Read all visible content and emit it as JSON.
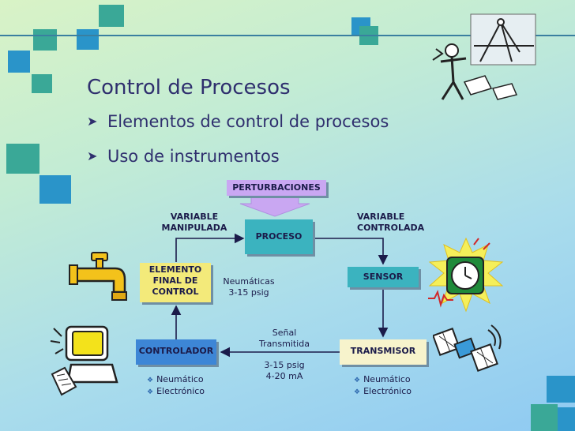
{
  "slide": {
    "title": "Control de Procesos",
    "bullets": [
      "Elementos de control de procesos",
      "Uso de instrumentos"
    ]
  },
  "diagram": {
    "perturbaciones": "PERTURBACIONES",
    "proceso": "PROCESO",
    "sensor": "SENSOR",
    "transmisor": "TRANSMISOR",
    "controlador": "CONTROLADOR",
    "elemento": [
      "ELEMENTO",
      "FINAL DE",
      "CONTROL"
    ],
    "variable_manipulada": [
      "VARIABLE",
      "MANIPULADA"
    ],
    "variable_controlada": [
      "VARIABLE",
      "CONTROLADA"
    ],
    "neumaticas": [
      "Neumáticas",
      "3-15 psig"
    ],
    "senal": [
      "Señal",
      "Transmitida"
    ],
    "rango": [
      "3-15 psig",
      "4-20 mA"
    ],
    "controlador_tipos": [
      "Neumático",
      "Electrónico"
    ],
    "transmisor_tipos": [
      "Neumático",
      "Electrónico"
    ]
  },
  "colors": {
    "accent_blue": "#2a94c9",
    "accent_green": "#3aa897",
    "box_lavender": "#c9a7f2",
    "box_teal": "#3bb3bf",
    "box_yellow": "#f3ea7a",
    "box_cream": "#f7f3cc",
    "box_blue": "#3d86d6"
  },
  "icons": [
    "faucet-icon",
    "clock-icon",
    "computer-icon",
    "satellite-icon",
    "drafting-icon"
  ]
}
